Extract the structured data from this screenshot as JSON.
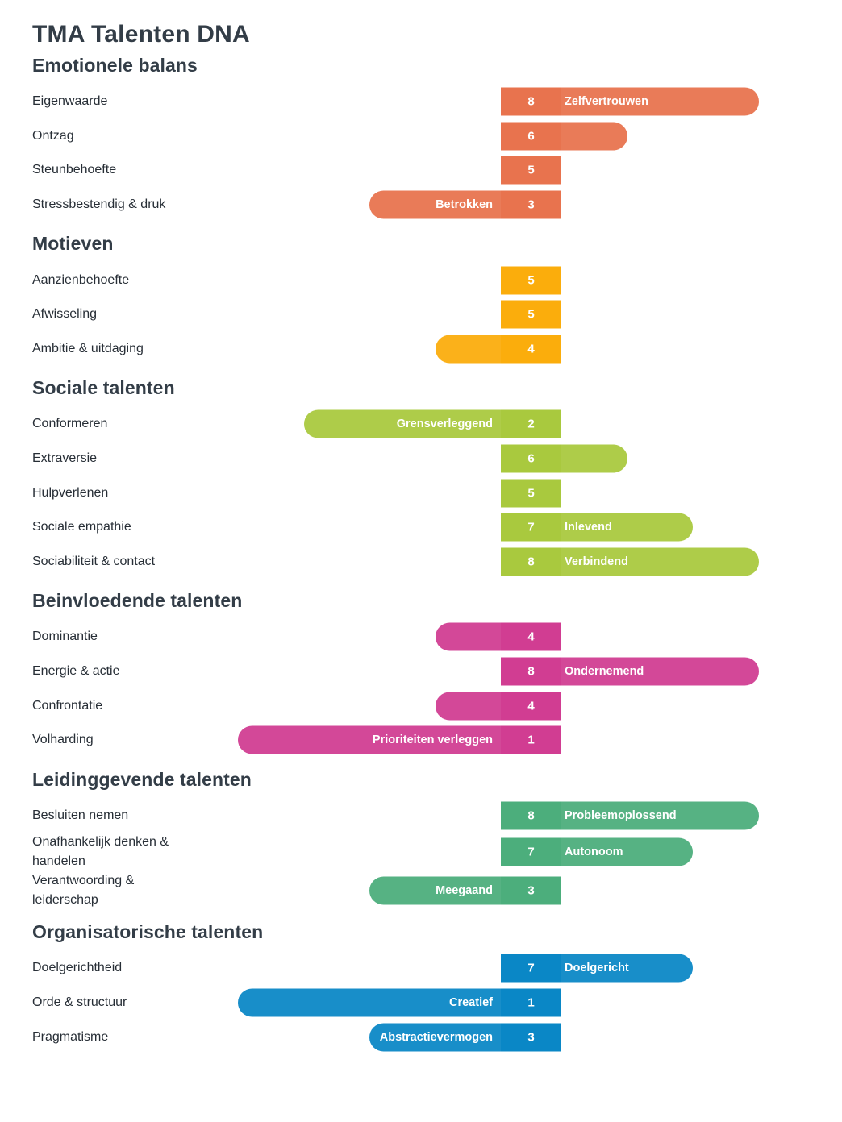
{
  "title": "TMA Talenten DNA",
  "heading_color": "#333d47",
  "label_color": "#272e36",
  "bar_text_color": "#ffffff",
  "chart_data": {
    "type": "bar",
    "variant": "diverging-horizontal",
    "title": "TMA Talenten DNA",
    "scale": {
      "min": 1,
      "neutral": 5,
      "max": 9
    },
    "legend_position": "none",
    "grid": false,
    "sections": [
      {
        "title": "Emotionele balans",
        "color": "#e8734e",
        "rows": [
          {
            "label": "Eigenwaarde",
            "score": 8,
            "talent": "Zelfvertrouwen"
          },
          {
            "label": "Ontzag",
            "score": 6,
            "talent": ""
          },
          {
            "label": "Steunbehoefte",
            "score": 5,
            "talent": ""
          },
          {
            "label": "Stressbestendig & druk",
            "score": 3,
            "talent": "Betrokken"
          }
        ]
      },
      {
        "title": "Motieven",
        "color": "#fbad0c",
        "rows": [
          {
            "label": "Aanzienbehoefte",
            "score": 5,
            "talent": ""
          },
          {
            "label": "Afwisseling",
            "score": 5,
            "talent": ""
          },
          {
            "label": "Ambitie & uitdaging",
            "score": 4,
            "talent": ""
          }
        ]
      },
      {
        "title": "Sociale talenten",
        "color": "#a9c93e",
        "rows": [
          {
            "label": "Conformeren",
            "score": 2,
            "talent": "Grensverleggend"
          },
          {
            "label": "Extraversie",
            "score": 6,
            "talent": ""
          },
          {
            "label": "Hulpverlenen",
            "score": 5,
            "talent": ""
          },
          {
            "label": "Sociale empathie",
            "score": 7,
            "talent": "Inlevend"
          },
          {
            "label": "Sociabiliteit & contact",
            "score": 8,
            "talent": "Verbindend"
          }
        ]
      },
      {
        "title": "Beinvloedende talenten",
        "color": "#d13d92",
        "rows": [
          {
            "label": "Dominantie",
            "score": 4,
            "talent": ""
          },
          {
            "label": "Energie & actie",
            "score": 8,
            "talent": "Ondernemend"
          },
          {
            "label": "Confrontatie",
            "score": 4,
            "talent": ""
          },
          {
            "label": "Volharding",
            "score": 1,
            "talent": "Prioriteiten verleggen"
          }
        ]
      },
      {
        "title": "Leidinggevende talenten",
        "color": "#4cae7c",
        "rows": [
          {
            "label": "Besluiten nemen",
            "score": 8,
            "talent": "Probleemoplossend"
          },
          {
            "label": "Onafhankelijk denken & handelen",
            "score": 7,
            "talent": "Autonoom"
          },
          {
            "label": "Verantwoording & leiderschap",
            "score": 3,
            "talent": "Meegaand"
          }
        ]
      },
      {
        "title": "Organisatorische talenten",
        "color": "#0a87c6",
        "rows": [
          {
            "label": "Doelgerichtheid",
            "score": 7,
            "talent": "Doelgericht"
          },
          {
            "label": "Orde & structuur",
            "score": 1,
            "talent": "Creatief"
          },
          {
            "label": "Pragmatisme",
            "score": 3,
            "talent": "Abstractievermogen"
          }
        ]
      }
    ]
  }
}
